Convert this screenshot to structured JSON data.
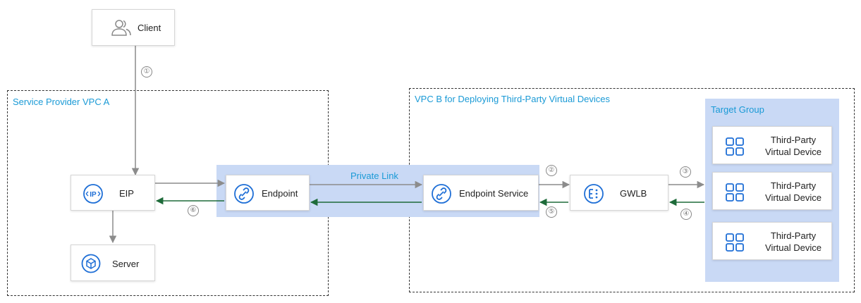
{
  "vpc_a": {
    "title": "Service Provider VPC A"
  },
  "vpc_b": {
    "title": "VPC B for Deploying Third-Party Virtual Devices"
  },
  "private_link": {
    "title": "Private Link"
  },
  "target_group": {
    "title": "Target Group",
    "devices": [
      {
        "line1": "Third-Party",
        "line2": "Virtual Device"
      },
      {
        "line1": "Third-Party",
        "line2": "Virtual Device"
      },
      {
        "line1": "Third-Party",
        "line2": "Virtual Device"
      }
    ]
  },
  "nodes": {
    "client": "Client",
    "eip": "EIP",
    "server": "Server",
    "endpoint": "Endpoint",
    "endpoint_service": "Endpoint Service",
    "gwlb": "GWLB"
  },
  "steps": {
    "s1": "①",
    "s2": "②",
    "s3": "③",
    "s4": "④",
    "s5": "⑤",
    "s6": "⑥"
  },
  "colors": {
    "accent": "#1a9ad6",
    "icon_blue": "#1f6fd6",
    "request_arrow": "#8c8c8c",
    "response_arrow": "#1e6b3a",
    "band": "#c9d9f5"
  }
}
